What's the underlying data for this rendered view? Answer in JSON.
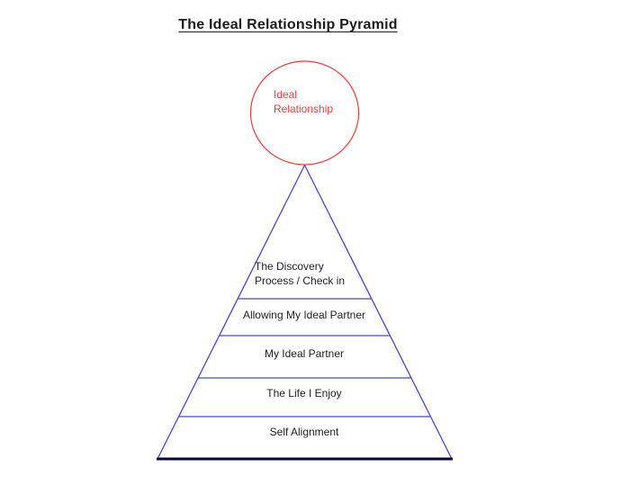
{
  "title": "The Ideal Relationship Pyramid",
  "colors": {
    "red": "#f23b3b",
    "blue": "#4747d1",
    "base": "#050536"
  },
  "circle": {
    "label": "Ideal Relationship",
    "lines": [
      "Ideal",
      "Relationship"
    ]
  },
  "pyramid": {
    "tiers": [
      {
        "label": "The Discovery Process / Check in",
        "lines": [
          "The Discovery",
          "Process / Check in"
        ]
      },
      {
        "label": "Allowing My Ideal Partner"
      },
      {
        "label": "My Ideal Partner"
      },
      {
        "label": "The Life I Enjoy"
      },
      {
        "label": "Self Alignment"
      }
    ]
  }
}
